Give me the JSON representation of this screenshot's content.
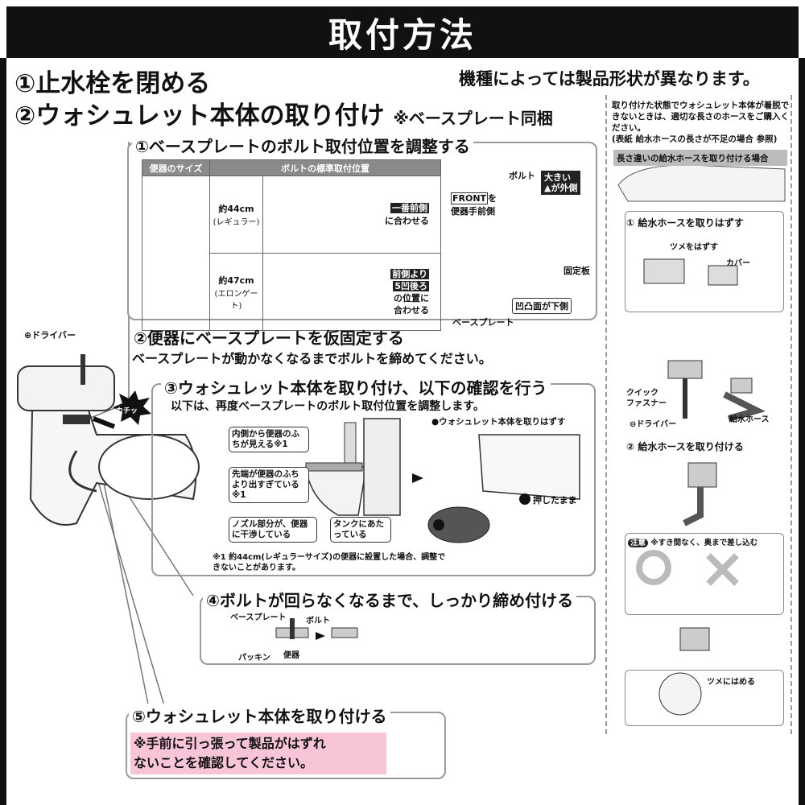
{
  "title": "取付方法",
  "step1": "①止水栓を閉める",
  "note_top": "機種によっては製品形状が異なります。",
  "step2": {
    "main": "②ウォシュレット本体の取り付け",
    "sub": "※ベースプレート同梱"
  },
  "sub1": {
    "title": "①ベースプレートのボルト取付位置を調整する",
    "table_headers": [
      "便器のサイズ",
      "ボルトの標準取付位置"
    ],
    "rows": [
      {
        "size": "約44cm",
        "type": "(レギュラー)",
        "instruction_a": "一番前側",
        "instruction_b": "に合わせる"
      },
      {
        "size": "約47cm",
        "type": "(エロンゲート)",
        "instruction_a": "前側より",
        "instruction_b": "5凹後ろ",
        "instruction_c": "の位置に",
        "instruction_d": "合わせる"
      }
    ],
    "labels": {
      "front": "FRONT",
      "front_suffix": "を",
      "front_line2": "便器手前側",
      "bolt": "ボルト",
      "large_a": "大きい",
      "large_b": "▲が外側",
      "fixing_plate": "固定板",
      "concave": "凹凸面が下側",
      "base_plate": "ベースプレート"
    }
  },
  "driver_label": "⊕ドライバー",
  "katchi": "カチッ",
  "sub2": {
    "title": "②便器にベースプレートを仮固定する",
    "body": "ベースプレートが動かなくなるまでボルトを締めてください。"
  },
  "sub3": {
    "title": "③ウォシュレット本体を取り付け、以下の確認を行う",
    "body": "以下は、再度ベースプレートのボルト取付位置を調整します。",
    "callouts": [
      "内側から便器のふちが見える※1",
      "先端が便器のふちより出すぎている※1",
      "ノズル部分が、便器に干渉している",
      "タンクにあたっている"
    ],
    "remove_title": "●ウォシュレット本体を取りはずす",
    "press": "押したまま",
    "footnote": "※1 約44cm(レギュラーサイズ)の便器に設置した場合、調整できないことがあります。"
  },
  "sub4": {
    "title": "④ボルトが回らなくなるまで、しっかり締め付ける",
    "labels": {
      "base_plate": "ベースプレート",
      "bolt": "ボルト",
      "packing": "パッキン",
      "toilet": "便器"
    }
  },
  "sub5": {
    "title": "⑤ウォシュレット本体を取り付ける",
    "note_a": "※手前に引っ張って製品がはずれ",
    "note_b": "ないことを確認してください。"
  },
  "sidebar": {
    "intro": "取り付けた状態でウォシュレット本体が着脱できないときは、適切な長さのホースをご購入ください。",
    "ref": "(表紙 給水ホースの長さが不足の場合 参照)",
    "head": "長さ違いの給水ホースを取り付ける場合",
    "step1": "① 給水ホースを取りはずす",
    "claw_remove": "ツメをはずす",
    "cover": "カバー",
    "quick_a": "クイック",
    "quick_b": "ファスナー",
    "minus_driver": "⊖ドライバー",
    "hose": "給水ホース",
    "step2": "② 給水ホースを取り付ける",
    "caution_tag": "注意",
    "caution": "※すき間なく、奥まで差し込む",
    "claw_fit": "ツメにはめる"
  }
}
